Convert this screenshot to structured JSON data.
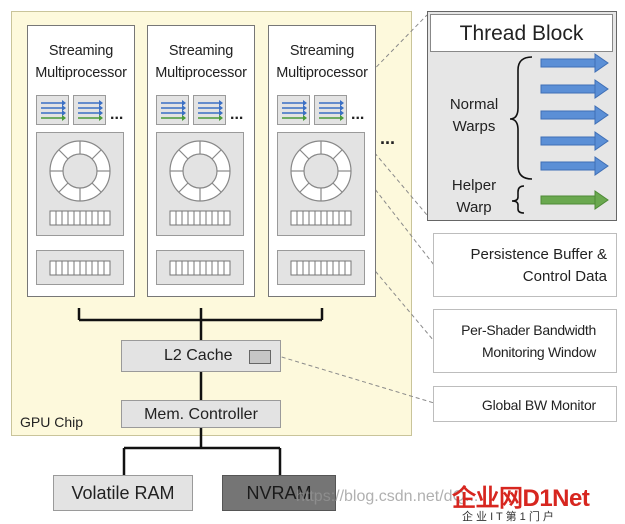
{
  "gpu": {
    "chip_label": "GPU Chip",
    "sm_title": "Streaming Multiprocessor",
    "more_sms": "...",
    "warp_more": "...",
    "l2_cache": "L2 Cache",
    "mem_controller": "Mem. Controller"
  },
  "memory": {
    "volatile": "Volatile RAM",
    "nvram": "NVRAM"
  },
  "thread_block": {
    "title": "Thread Block",
    "normal_warps": "Normal Warps",
    "helper_warp": "Helper Warp"
  },
  "callouts": {
    "persistence": "Persistence Buffer & Control Data",
    "bandwidth": "Per-Shader Bandwidth Monitoring Window",
    "global_bw": "Global BW Monitor"
  },
  "watermark": {
    "url": "https://blog.csdn.net/dQ...",
    "brand": "企业网D1Net",
    "sub": "企 业 I T 第 1 门 户"
  },
  "colors": {
    "chip_bg": "#fdf9dc",
    "normal_warp": "#5b8fd6",
    "helper_warp": "#6aa84f",
    "nvram_bg": "#757575",
    "brand_red": "#d7261f"
  }
}
